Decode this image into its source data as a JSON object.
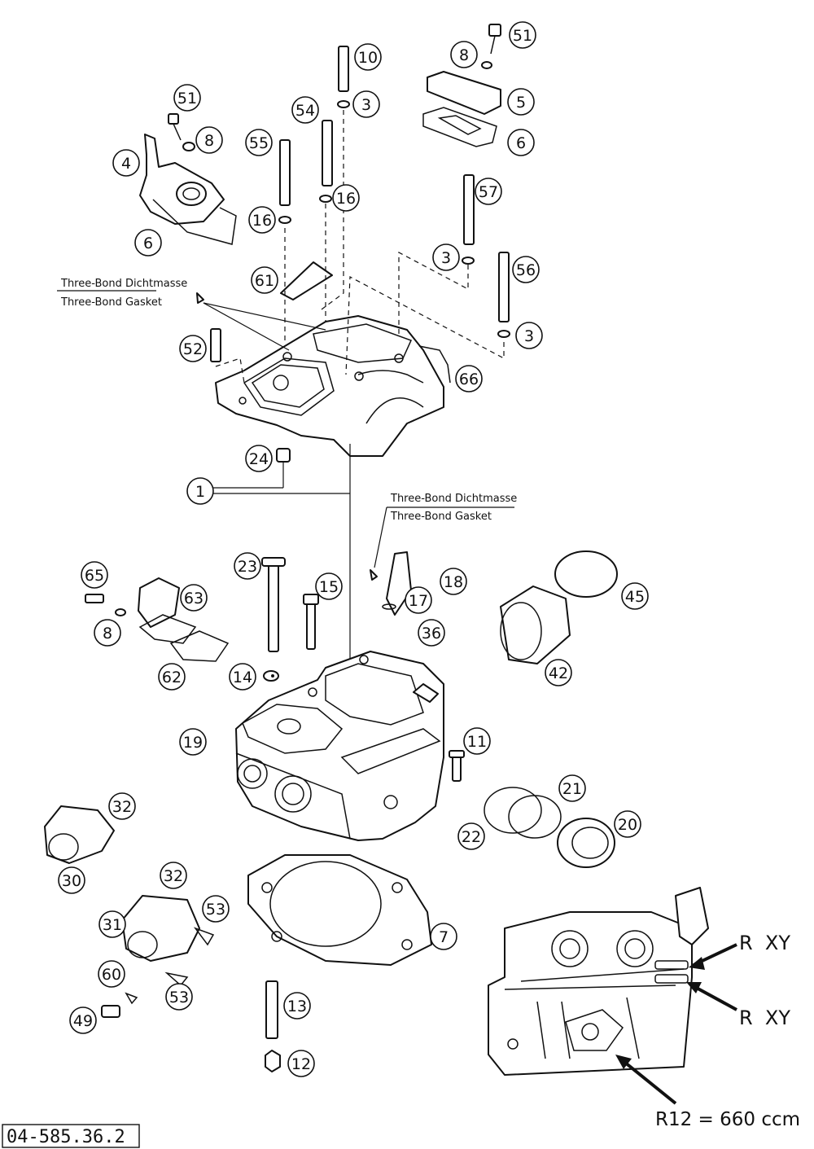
{
  "drawing_code": "04-585.36.2",
  "sealant_top": {
    "line1": "Three-Bond Dichtmasse",
    "line2": "Three-Bond Gasket"
  },
  "sealant_mid": {
    "line1": "Three-Bond Dichtmasse",
    "line2": "Three-Bond Gasket"
  },
  "inset": {
    "label_upper": "R  XY",
    "label_lower": "R  XY",
    "note": "R12 = 660 ccm"
  },
  "callouts": [
    "51",
    "8",
    "10",
    "3",
    "5",
    "6",
    "54",
    "55",
    "16",
    "16",
    "51",
    "8",
    "4",
    "6",
    "57",
    "3",
    "56",
    "3",
    "61",
    "52",
    "66",
    "24",
    "1",
    "23",
    "15",
    "18",
    "17",
    "45",
    "65",
    "63",
    "8",
    "62",
    "36",
    "42",
    "14",
    "19",
    "11",
    "21",
    "20",
    "22",
    "32",
    "30",
    "32",
    "53",
    "31",
    "7",
    "60",
    "53",
    "49",
    "13",
    "12"
  ]
}
